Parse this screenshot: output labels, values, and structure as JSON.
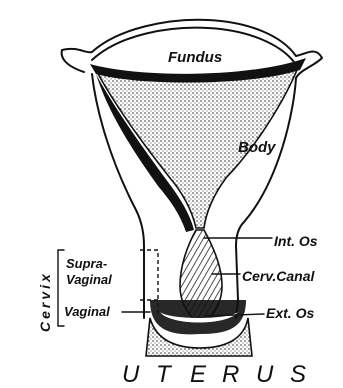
{
  "labels": {
    "fundus": "Fundus",
    "body": "Body",
    "int_os": "Int. Os",
    "cerv_canal": "Cerv.Canal",
    "ext_os": "Ext. Os",
    "cervix": "Cervix",
    "supra_vaginal_1": "Supra-",
    "supra_vaginal_2": "Vaginal",
    "vaginal": "Vaginal",
    "title_letters": [
      "U",
      "T",
      "E",
      "R",
      "U",
      "S"
    ]
  },
  "colors": {
    "ink": "#111111",
    "paper": "#ffffff",
    "stipple": "#555555"
  }
}
